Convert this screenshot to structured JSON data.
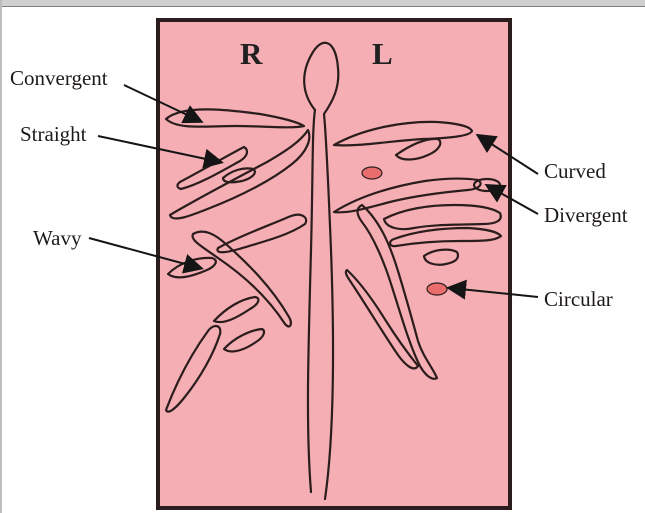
{
  "diagram": {
    "side_labels": {
      "right": "R",
      "left": "L"
    },
    "labels": {
      "convergent": "Convergent",
      "straight": "Straight",
      "wavy": "Wavy",
      "curved": "Curved",
      "divergent": "Divergent",
      "circular": "Circular"
    },
    "colors": {
      "panel_fill": "#f5aeb3",
      "outline": "#2b1d1d",
      "spot_fill": "#e96d6d",
      "text": "#1f1a1a"
    }
  }
}
